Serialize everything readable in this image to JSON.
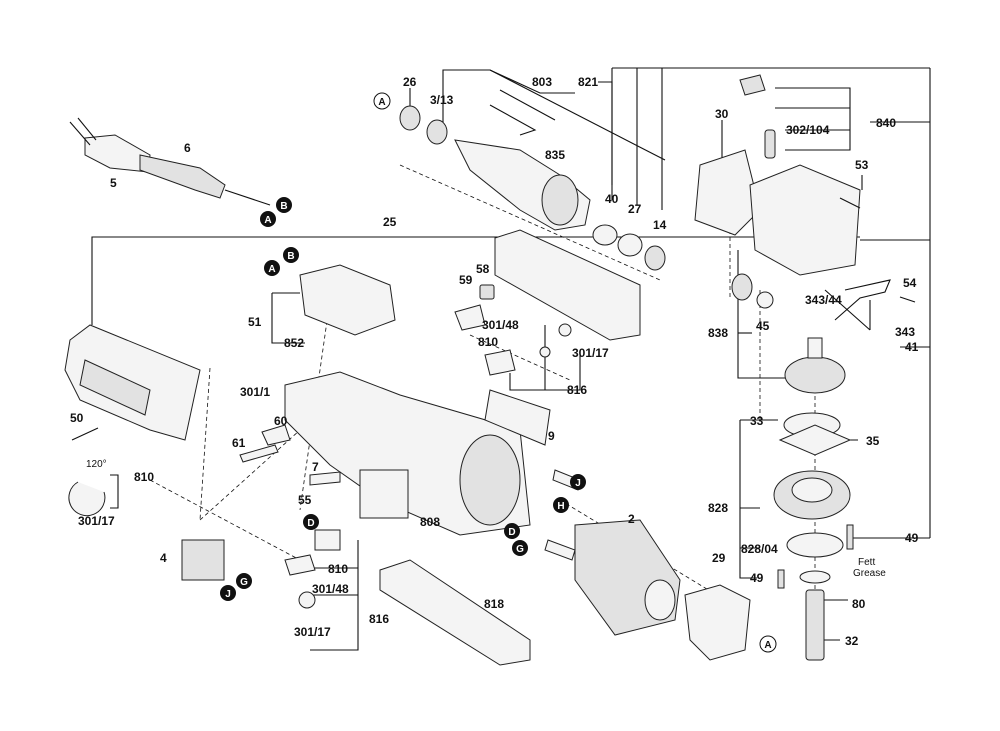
{
  "labels": {
    "p5": "5",
    "p6": "6",
    "p26": "26",
    "p3_13": "3/13",
    "p803": "803",
    "p821": "821",
    "p835": "835",
    "p40": "40",
    "p27": "27",
    "p14": "14",
    "p30": "30",
    "p302_104": "302/104",
    "p840": "840",
    "p53": "53",
    "p25": "25",
    "p58": "58",
    "p59": "59",
    "p51": "51",
    "p852": "852",
    "p301_48a": "301/48",
    "p810a": "810",
    "p301_17a": "301/17",
    "p816a": "816",
    "p301_1": "301/1",
    "p60": "60",
    "p61": "61",
    "p50": "50",
    "p810b": "810",
    "p301_17b": "301/17",
    "p9": "9",
    "p7": "7",
    "p55": "55",
    "p808": "808",
    "p4": "4",
    "p810c": "810",
    "p301_48b": "301/48",
    "p301_17c": "301/17",
    "p816b": "816",
    "p818": "818",
    "p2": "2",
    "p29": "29",
    "p54": "54",
    "p343_44": "343/44",
    "p343": "343",
    "p45": "45",
    "p838": "838",
    "p41": "41",
    "p33": "33",
    "p35": "35",
    "p828": "828",
    "p828_04": "828/04",
    "p49a": "49",
    "p49b": "49",
    "p80": "80",
    "p32": "32",
    "angle": "120°",
    "grease1": "Fett",
    "grease2": "Grease"
  },
  "callouts": {
    "A": "A",
    "B": "B",
    "D": "D",
    "G": "G",
    "H": "H",
    "J": "J"
  }
}
